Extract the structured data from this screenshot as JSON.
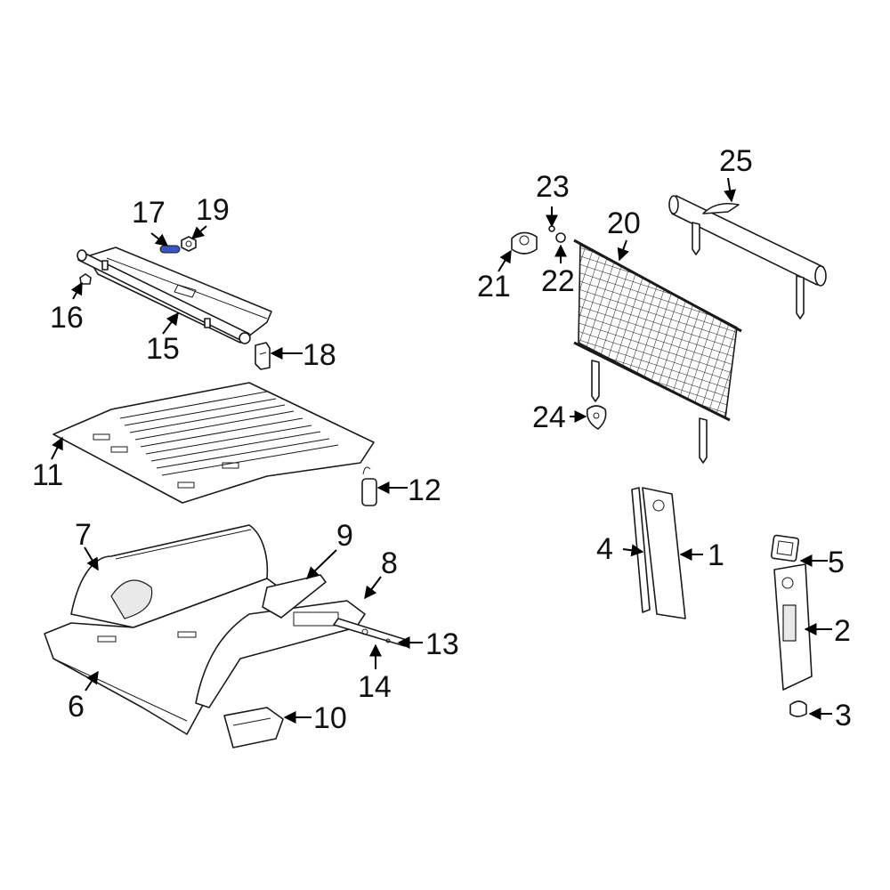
{
  "colors": {
    "line": "#1a1a1a",
    "highlight": "#3c55c4",
    "background": "#ffffff"
  },
  "callouts": [
    {
      "id": "1",
      "text": "1"
    },
    {
      "id": "2",
      "text": "2"
    },
    {
      "id": "3",
      "text": "3"
    },
    {
      "id": "4",
      "text": "4"
    },
    {
      "id": "5",
      "text": "5"
    },
    {
      "id": "6",
      "text": "6"
    },
    {
      "id": "7",
      "text": "7"
    },
    {
      "id": "8",
      "text": "8"
    },
    {
      "id": "9",
      "text": "9"
    },
    {
      "id": "10",
      "text": "10"
    },
    {
      "id": "11",
      "text": "11"
    },
    {
      "id": "12",
      "text": "12"
    },
    {
      "id": "13",
      "text": "13"
    },
    {
      "id": "14",
      "text": "14"
    },
    {
      "id": "15",
      "text": "15"
    },
    {
      "id": "16",
      "text": "16"
    },
    {
      "id": "17",
      "text": "17"
    },
    {
      "id": "18",
      "text": "18"
    },
    {
      "id": "19",
      "text": "19"
    },
    {
      "id": "20",
      "text": "20"
    },
    {
      "id": "21",
      "text": "21"
    },
    {
      "id": "22",
      "text": "22"
    },
    {
      "id": "23",
      "text": "23"
    },
    {
      "id": "24",
      "text": "24"
    },
    {
      "id": "25",
      "text": "25"
    }
  ]
}
